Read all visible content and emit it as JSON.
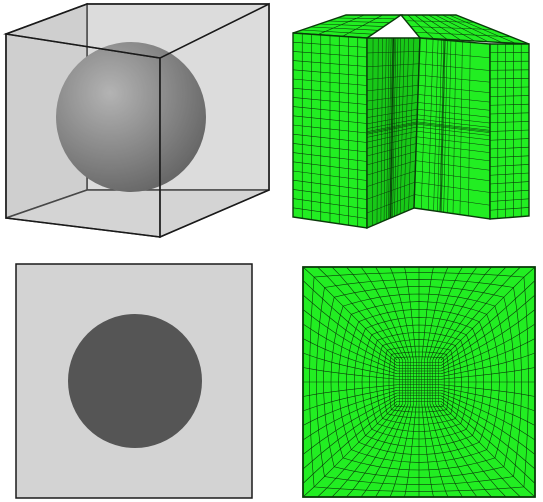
{
  "figure": {
    "panels": [
      {
        "id": "cube-with-sphere",
        "kind": "geometry-3d"
      },
      {
        "id": "cutaway-hex-mesh",
        "kind": "mesh-3d"
      },
      {
        "id": "cross-section-geometry",
        "kind": "geometry-2d"
      },
      {
        "id": "cross-section-mesh",
        "kind": "mesh-2d"
      }
    ]
  },
  "colors": {
    "background": "#ffffff",
    "cube_face": "#d3d3d3",
    "cube_edge": "#1a1a1a",
    "sphere_light": "#9a9a9a",
    "sphere_dark": "#454545",
    "disk": "#555555",
    "mesh_fill": "#22ee22",
    "mesh_fill_shaded": "#18c818",
    "mesh_line": "#0a3a0a"
  }
}
